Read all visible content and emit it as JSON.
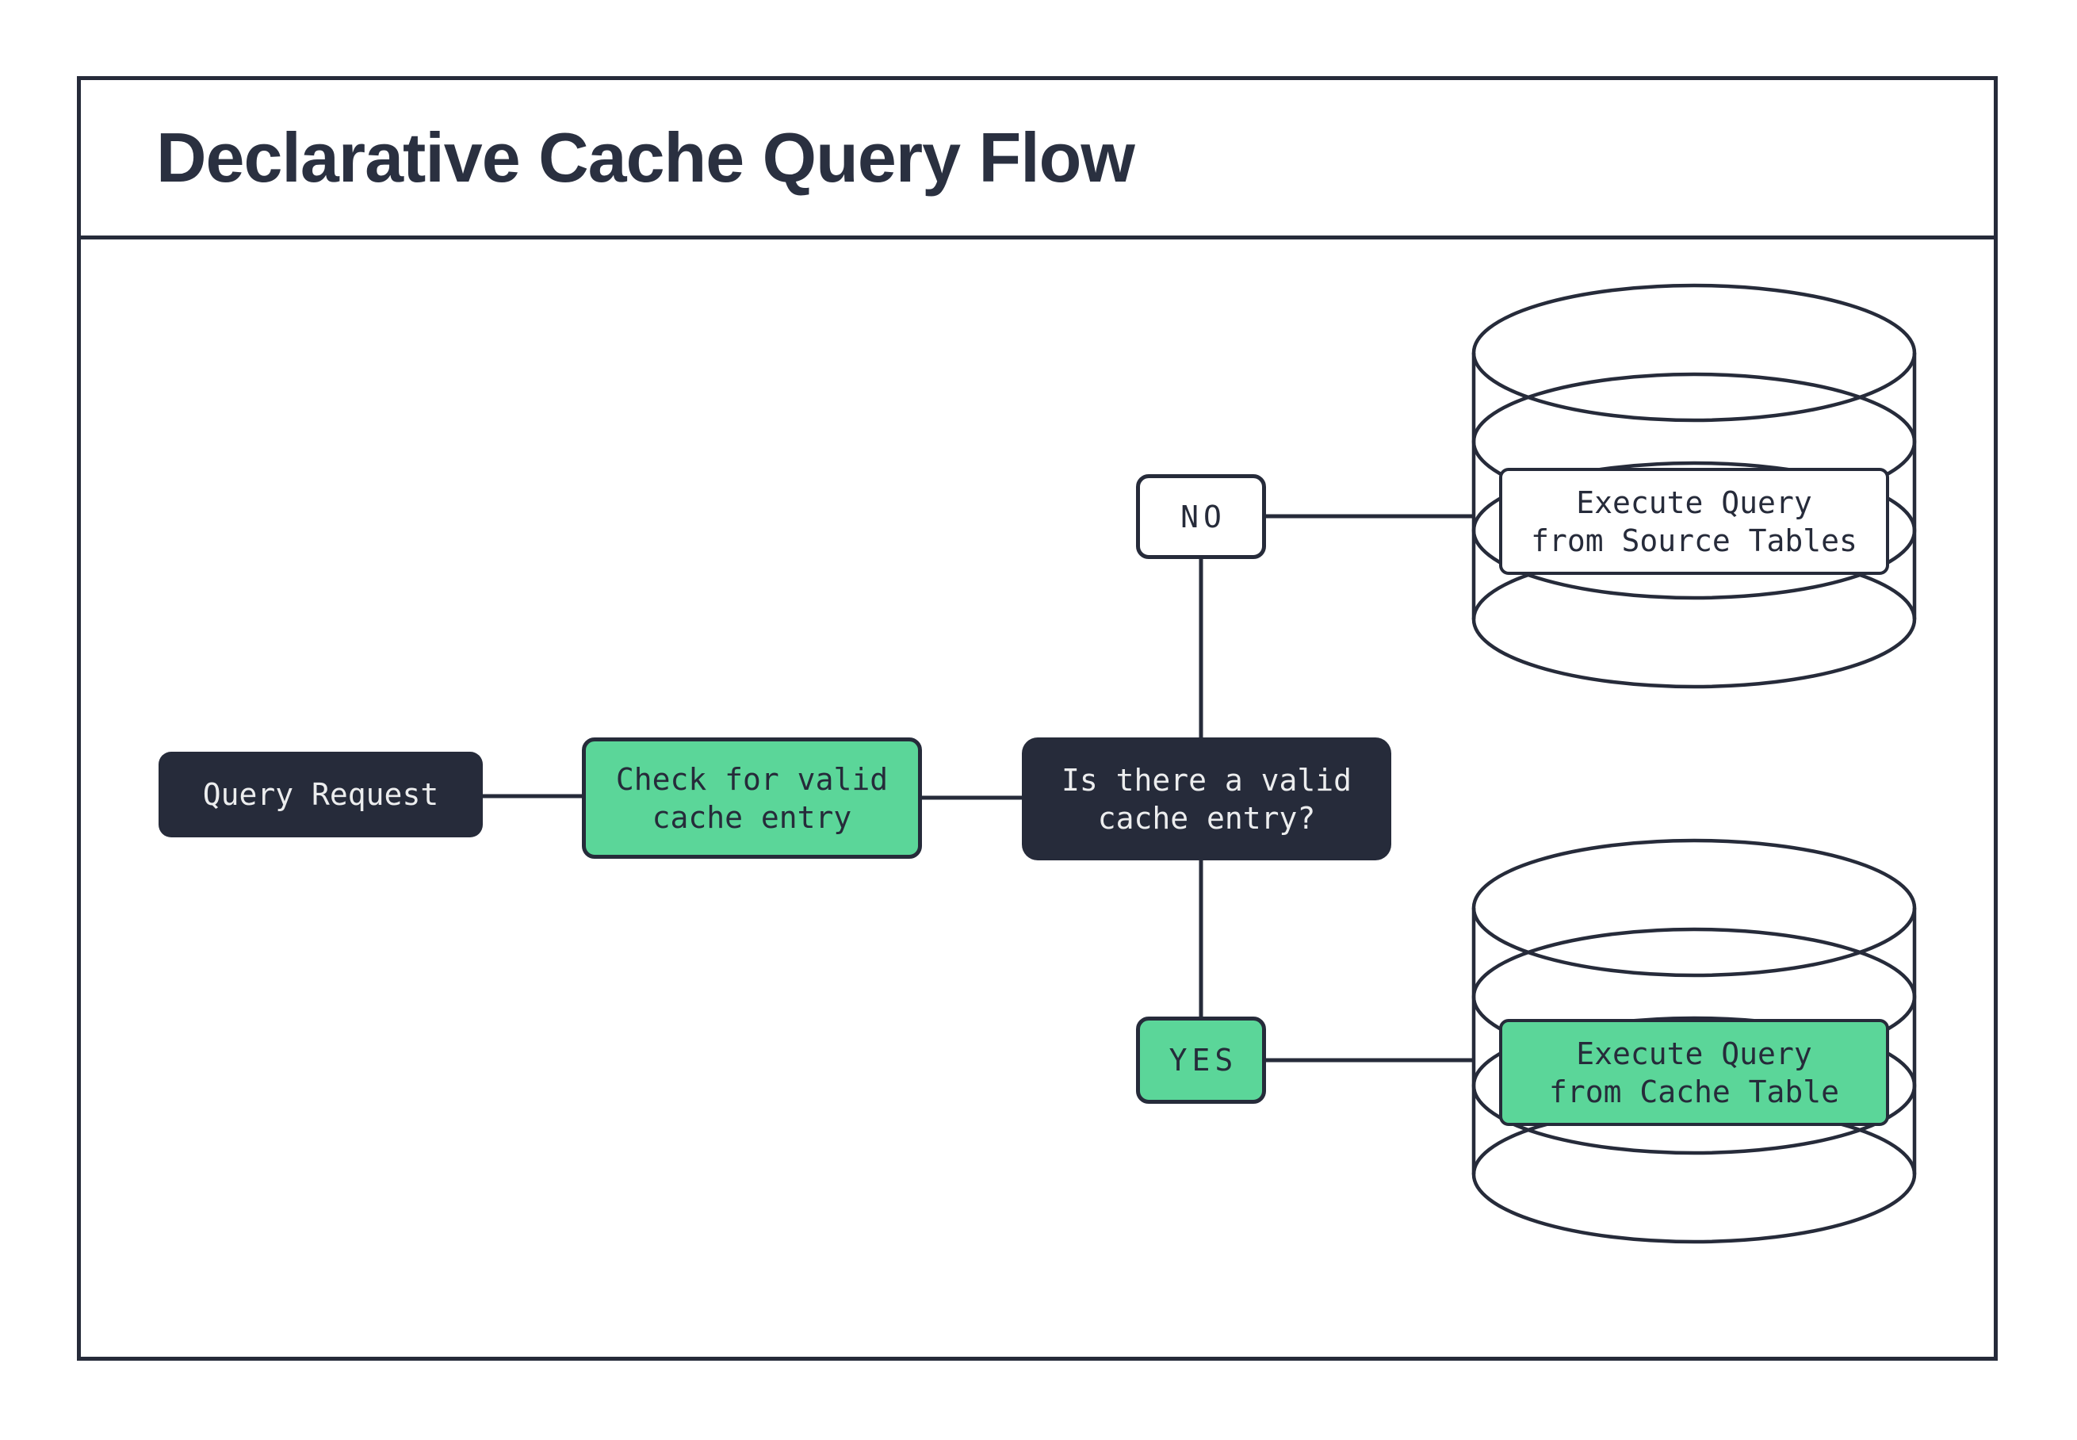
{
  "title": "Declarative Cache Query Flow",
  "colors": {
    "dark": "#262B3A",
    "green": "#5BD699",
    "white": "#FFFFFF",
    "light_text": "#ECEDEE"
  },
  "nodes": {
    "query_request": {
      "label": "Query Request"
    },
    "check_cache": {
      "line1": "Check for valid",
      "line2": "cache entry"
    },
    "decision": {
      "line1": "Is there a valid",
      "line2": "cache entry?"
    },
    "no_branch": {
      "label": "NO"
    },
    "yes_branch": {
      "label": "YES"
    },
    "source_db": {
      "line1": "Execute Query",
      "line2": "from Source Tables"
    },
    "cache_db": {
      "line1": "Execute Query",
      "line2": "from Cache Table"
    }
  }
}
